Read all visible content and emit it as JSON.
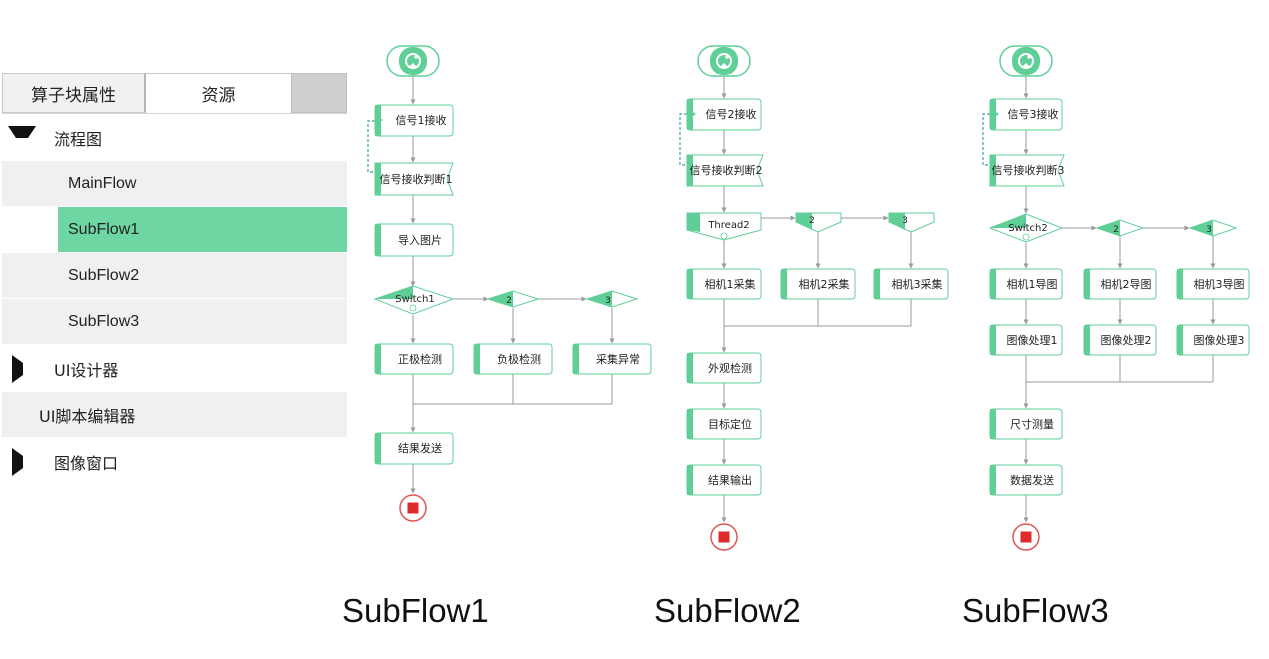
{
  "tabs": [
    {
      "label": "算子块属性"
    },
    {
      "label": "资源"
    },
    {
      "label": ""
    }
  ],
  "tree": {
    "flowchart": "流程图",
    "items": [
      "MainFlow",
      "SubFlow1",
      "SubFlow2",
      "SubFlow3"
    ],
    "selected": "SubFlow1",
    "ui_designer": "UI设计器",
    "ui_script_editor": "UI脚本编辑器",
    "image_window": "图像窗口"
  },
  "subflow1": {
    "recv": "信号1接收",
    "judge": "信号接收判断1",
    "import": "导入图片",
    "switch": "Switch1",
    "case2": "2",
    "case3": "3",
    "b1": "正极检测",
    "b2": "负极检测",
    "b3": "采集异常",
    "send": "结果发送"
  },
  "subflow2": {
    "recv": "信号2接收",
    "judge": "信号接收判断2",
    "thread": "Thread2",
    "case2": "2",
    "case3": "3",
    "b1": "相机1采集",
    "b2": "相机2采集",
    "b3": "相机3采集",
    "s1": "外观检测",
    "s2": "目标定位",
    "s3": "结果输出"
  },
  "subflow3": {
    "recv": "信号3接收",
    "judge": "信号接收判断3",
    "switch": "Switch2",
    "case2": "2",
    "case3": "3",
    "a1": "相机1导图",
    "a2": "相机2导图",
    "a3": "相机3导图",
    "p1": "图像处理1",
    "p2": "图像处理2",
    "p3": "图像处理3",
    "s1": "尺寸测量",
    "s2": "数据发送"
  },
  "captions": [
    "SubFlow1",
    "SubFlow2",
    "SubFlow3"
  ]
}
